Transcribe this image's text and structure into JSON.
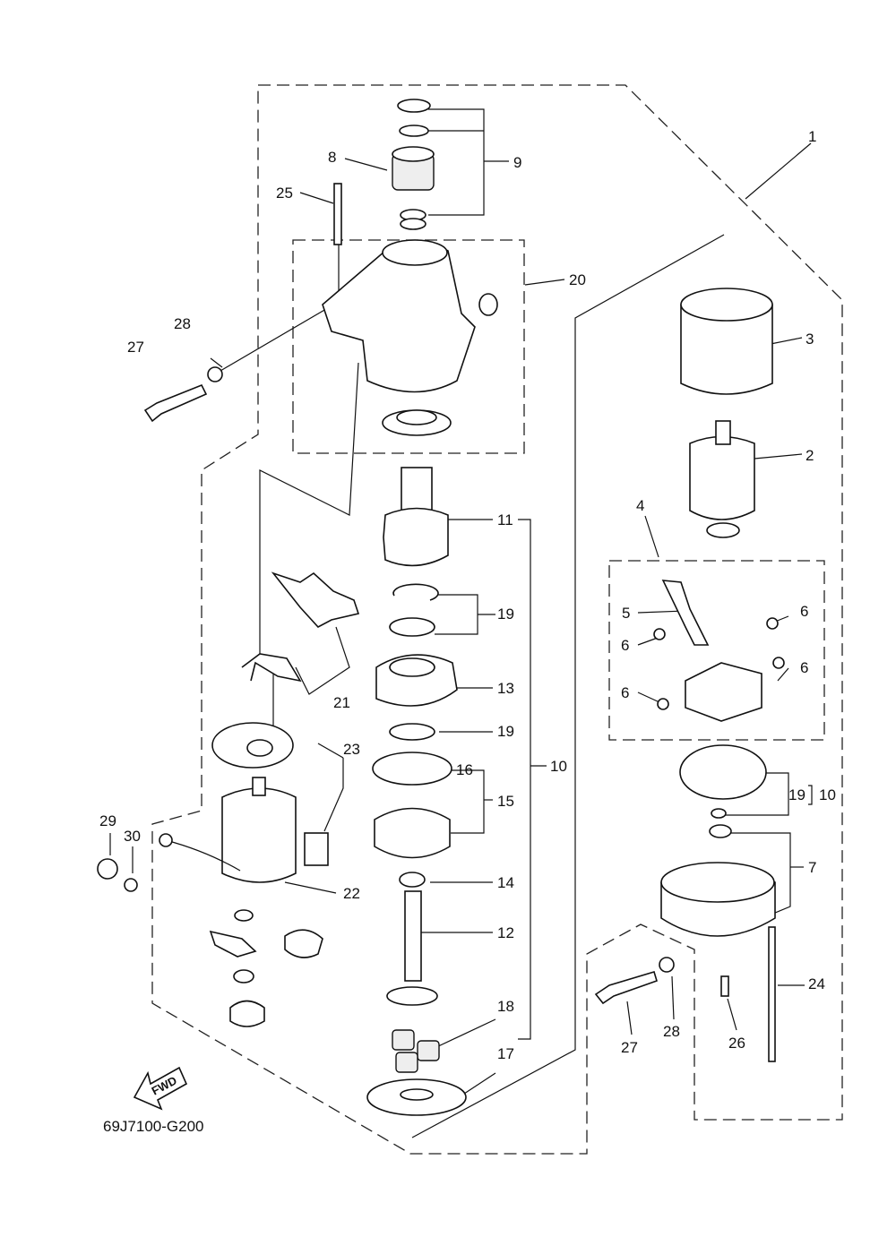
{
  "diagram_code": "69J7100-G200",
  "direction_label": "FWD",
  "callouts": [
    {
      "id": "c1",
      "text": "1"
    },
    {
      "id": "c2",
      "text": "2"
    },
    {
      "id": "c3",
      "text": "3"
    },
    {
      "id": "c4",
      "text": "4"
    },
    {
      "id": "c5",
      "text": "5"
    },
    {
      "id": "c6a",
      "text": "6"
    },
    {
      "id": "c6b",
      "text": "6"
    },
    {
      "id": "c6c",
      "text": "6"
    },
    {
      "id": "c6d",
      "text": "6"
    },
    {
      "id": "c7",
      "text": "7"
    },
    {
      "id": "c8",
      "text": "8"
    },
    {
      "id": "c9",
      "text": "9"
    },
    {
      "id": "c10a",
      "text": "10"
    },
    {
      "id": "c10b",
      "text": "10"
    },
    {
      "id": "c11",
      "text": "11"
    },
    {
      "id": "c12",
      "text": "12"
    },
    {
      "id": "c13",
      "text": "13"
    },
    {
      "id": "c14",
      "text": "14"
    },
    {
      "id": "c15",
      "text": "15"
    },
    {
      "id": "c16",
      "text": "16"
    },
    {
      "id": "c17",
      "text": "17"
    },
    {
      "id": "c18",
      "text": "18"
    },
    {
      "id": "c19a",
      "text": "19"
    },
    {
      "id": "c19b",
      "text": "19"
    },
    {
      "id": "c19c",
      "text": "19"
    },
    {
      "id": "c20",
      "text": "20"
    },
    {
      "id": "c21",
      "text": "21"
    },
    {
      "id": "c22",
      "text": "22"
    },
    {
      "id": "c23",
      "text": "23"
    },
    {
      "id": "c24",
      "text": "24"
    },
    {
      "id": "c25",
      "text": "25"
    },
    {
      "id": "c26",
      "text": "26"
    },
    {
      "id": "c27a",
      "text": "27"
    },
    {
      "id": "c27b",
      "text": "27"
    },
    {
      "id": "c28a",
      "text": "28"
    },
    {
      "id": "c28b",
      "text": "28"
    },
    {
      "id": "c29",
      "text": "29"
    },
    {
      "id": "c30",
      "text": "30"
    }
  ]
}
